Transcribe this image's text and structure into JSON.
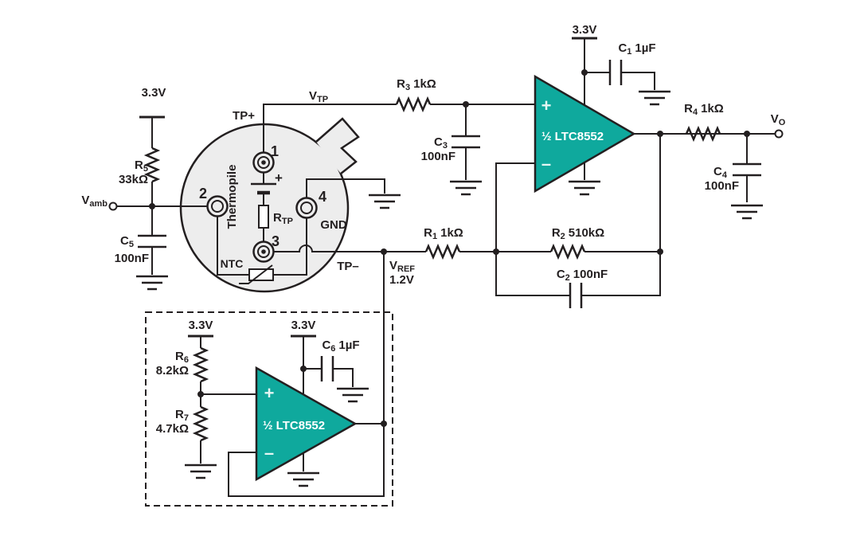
{
  "colors": {
    "opamp_fill": "#0FA99D",
    "sensor_fill": "#EDEDED",
    "line": "#231F20",
    "text": "#231F20"
  },
  "supply": {
    "rail": "3.3V"
  },
  "opamps": {
    "half_label": "½ LTC8552",
    "plus": "+",
    "minus": "–"
  },
  "sensor": {
    "name": "Thermopile",
    "gnd": "GND",
    "ntc_label": "NTC",
    "battery_plus": "+",
    "pins": {
      "p1": "1",
      "p2": "2",
      "p3": "3",
      "p4": "4"
    },
    "rtp": {
      "ref": "R",
      "sub": "TP"
    }
  },
  "signals": {
    "vtp": {
      "ref": "V",
      "sub": "TP"
    },
    "vamb": {
      "ref": "V",
      "sub": "amb"
    },
    "vref": {
      "ref": "V",
      "sub": "REF",
      "value": "1.2V"
    },
    "vo": {
      "ref": "V",
      "sub": "O"
    },
    "tp_plus": "TP+",
    "tp_minus": "TP–"
  },
  "components": {
    "r1": {
      "ref": "R",
      "sub": "1",
      "value": "1kΩ"
    },
    "r2": {
      "ref": "R",
      "sub": "2",
      "value": "510kΩ"
    },
    "r3": {
      "ref": "R",
      "sub": "3",
      "value": "1kΩ"
    },
    "r4": {
      "ref": "R",
      "sub": "4",
      "value": "1kΩ"
    },
    "r5": {
      "ref": "R",
      "sub": "5",
      "value": "33kΩ"
    },
    "r6": {
      "ref": "R",
      "sub": "6",
      "value": "8.2kΩ"
    },
    "r7": {
      "ref": "R",
      "sub": "7",
      "value": "4.7kΩ"
    },
    "c1": {
      "ref": "C",
      "sub": "1",
      "value": "1µF"
    },
    "c2": {
      "ref": "C",
      "sub": "2",
      "value": "100nF"
    },
    "c3": {
      "ref": "C",
      "sub": "3",
      "value": "100nF"
    },
    "c4": {
      "ref": "C",
      "sub": "4",
      "value": "100nF"
    },
    "c5": {
      "ref": "C",
      "sub": "5",
      "value": "100nF"
    },
    "c6": {
      "ref": "C",
      "sub": "6",
      "value": "1µF"
    }
  }
}
